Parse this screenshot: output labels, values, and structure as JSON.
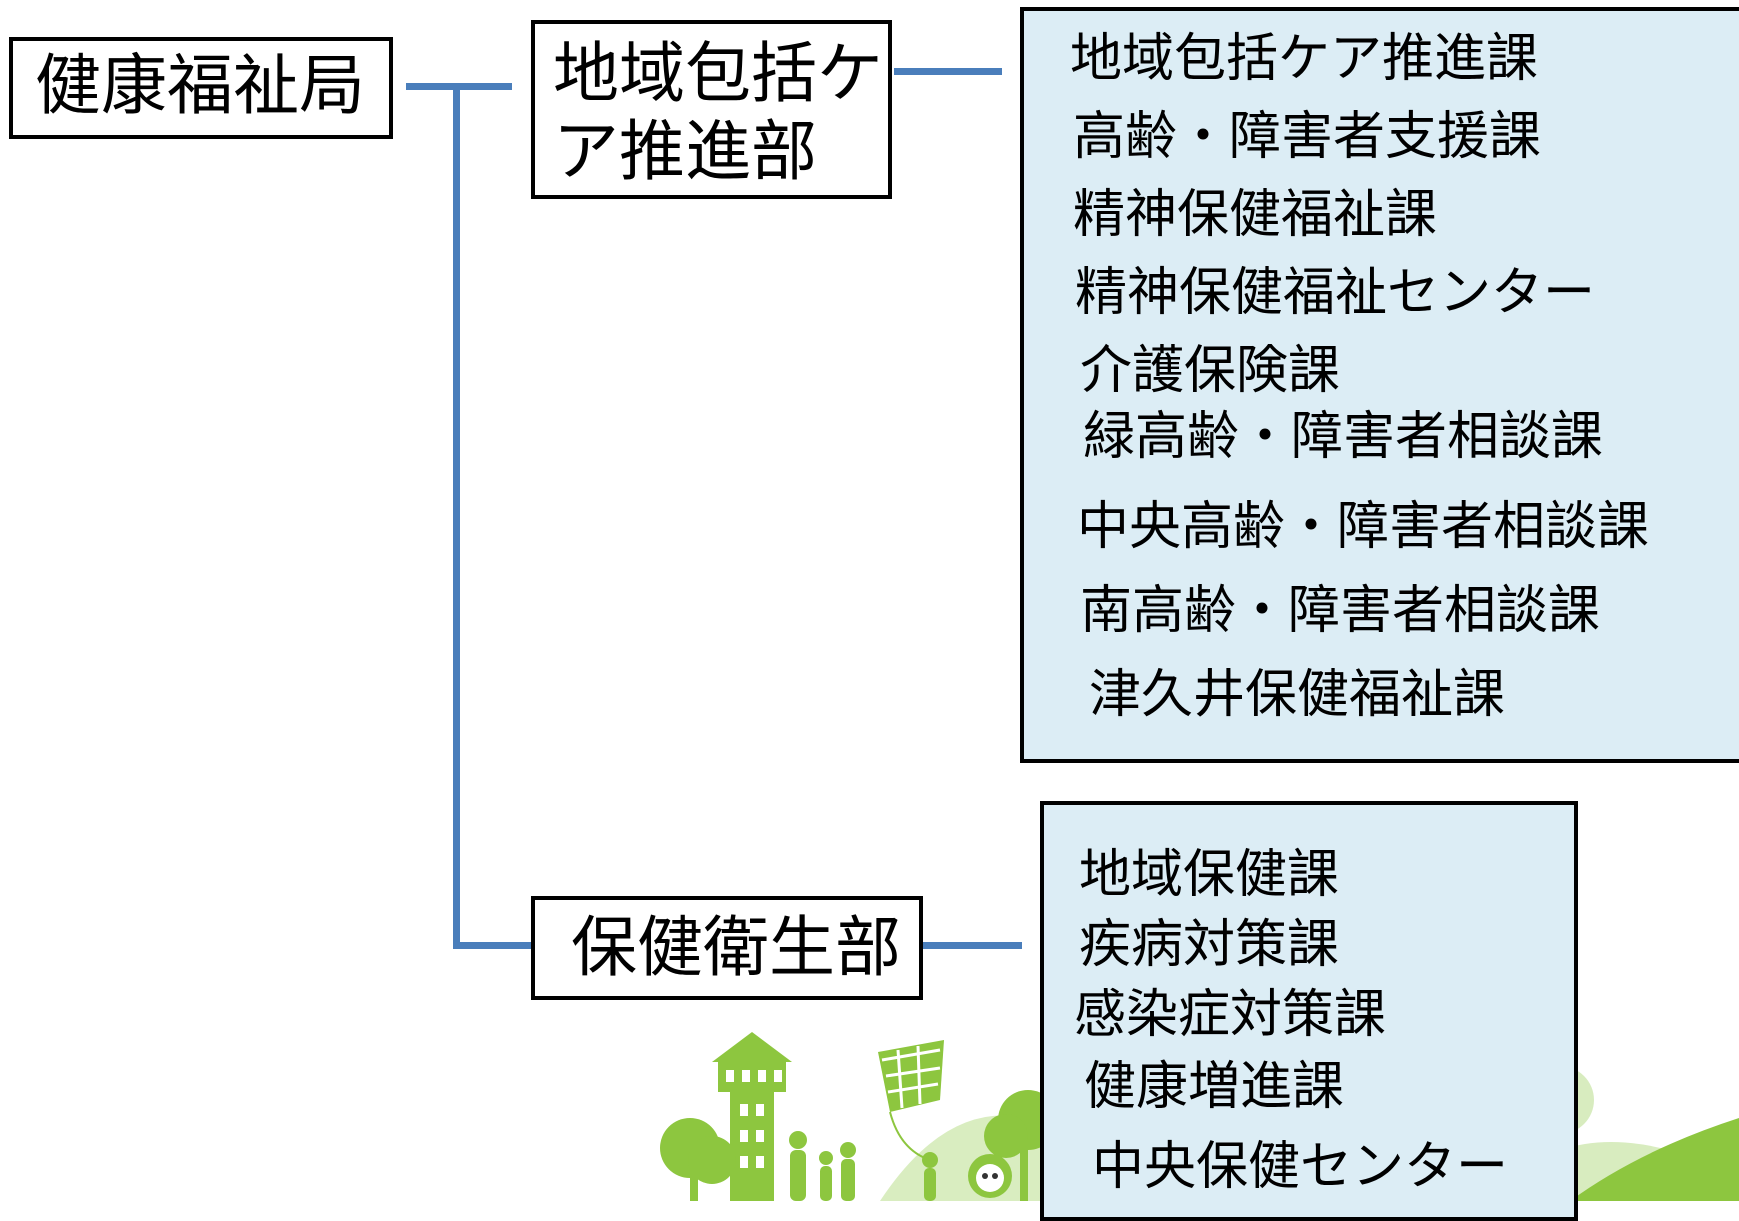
{
  "root": {
    "label": "健康福祉局"
  },
  "departments": [
    {
      "label_lines": [
        "地域包括ケ",
        "ア推進部"
      ],
      "divisions": [
        "地域包括ケア推進課",
        "高齢・障害者支援課",
        "精神保健福祉課",
        "精神保健福祉センター",
        "介護保険課",
        "緑高齢・障害者相談課",
        "中央高齢・障害者相談課",
        "南高齢・障害者相談課",
        "津久井保健福祉課"
      ]
    },
    {
      "label": "保健衛生部",
      "divisions": [
        "地域保健課",
        "疾病対策課",
        "感染症対策課",
        "健康増進課",
        "中央保健センター"
      ]
    }
  ],
  "colors": {
    "connector": "#4a7ebb",
    "panel_fill": "#dcedf5",
    "scenery_green": "#8dc63f",
    "scenery_light": "#cfe8b0"
  }
}
